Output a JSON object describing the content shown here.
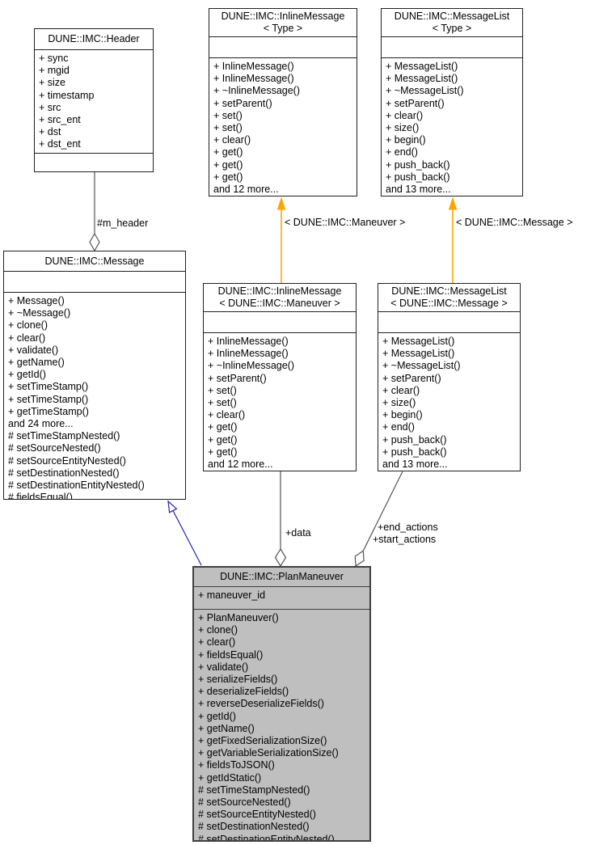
{
  "classes": [
    {
      "title": "DUNE::IMC::Header",
      "attributes": [
        "+ sync",
        "+ mgid",
        "+ size",
        "+ timestamp",
        "+ src",
        "+ src_ent",
        "+ dst",
        "+ dst_ent"
      ],
      "methods": []
    },
    {
      "title_line1": "DUNE::IMC::InlineMessage",
      "title_line2": "< Type >",
      "attributes": [],
      "methods": [
        "+ InlineMessage()",
        "+ InlineMessage()",
        "+ ~InlineMessage()",
        "+ setParent()",
        "+ set()",
        "+ set()",
        "+ clear()",
        "+ get()",
        "+ get()",
        "+ get()",
        "and 12 more..."
      ]
    },
    {
      "title_line1": "DUNE::IMC::MessageList",
      "title_line2": "< Type >",
      "attributes": [],
      "methods": [
        "+ MessageList()",
        "+ MessageList()",
        "+ ~MessageList()",
        "+ setParent()",
        "+ clear()",
        "+ size()",
        "+ begin()",
        "+ end()",
        "+ push_back()",
        "+ push_back()",
        "and 13 more..."
      ]
    },
    {
      "title": "DUNE::IMC::Message",
      "attributes": [],
      "methods": [
        "+ Message()",
        "+ ~Message()",
        "+ clone()",
        "+ clear()",
        "+ validate()",
        "+ getName()",
        "+ getId()",
        "+ setTimeStamp()",
        "+ setTimeStamp()",
        "+ getTimeStamp()",
        "and 24 more...",
        "# setTimeStampNested()",
        "# setSourceNested()",
        "# setSourceEntityNested()",
        "# setDestinationNested()",
        "# setDestinationEntityNested()",
        "# fieldsEqual()"
      ]
    },
    {
      "title_line1": "DUNE::IMC::InlineMessage",
      "title_line2": "< DUNE::IMC::Maneuver >",
      "attributes": [],
      "methods": [
        "+ InlineMessage()",
        "+ InlineMessage()",
        "+ ~InlineMessage()",
        "+ setParent()",
        "+ set()",
        "+ set()",
        "+ clear()",
        "+ get()",
        "+ get()",
        "+ get()",
        "and 12 more..."
      ]
    },
    {
      "title_line1": "DUNE::IMC::MessageList",
      "title_line2": "< DUNE::IMC::Message >",
      "attributes": [],
      "methods": [
        "+ MessageList()",
        "+ MessageList()",
        "+ ~MessageList()",
        "+ setParent()",
        "+ clear()",
        "+ size()",
        "+ begin()",
        "+ end()",
        "+ push_back()",
        "+ push_back()",
        "and 13 more..."
      ]
    },
    {
      "title": "DUNE::IMC::PlanManeuver",
      "attributes": [
        "+ maneuver_id"
      ],
      "methods": [
        "+ PlanManeuver()",
        "+ clone()",
        "+ clear()",
        "+ fieldsEqual()",
        "+ validate()",
        "+ serializeFields()",
        "+ deserializeFields()",
        "+ reverseDeserializeFields()",
        "+ getId()",
        "+ getName()",
        "+ getFixedSerializationSize()",
        "+ getVariableSerializationSize()",
        "+ fieldsToJSON()",
        "+ getIdStatic()",
        "# setTimeStampNested()",
        "# setSourceNested()",
        "# setSourceEntityNested()",
        "# setDestinationNested()",
        "# setDestinationEntityNested()"
      ]
    }
  ],
  "edge_labels": {
    "m_header": "#m_header",
    "maneuver_template": "< DUNE::IMC::Maneuver >",
    "message_template": "< DUNE::IMC::Message >",
    "data": "+data",
    "end_actions": "+end_actions",
    "start_actions": "+start_actions"
  },
  "colors": {
    "template_arrow": "#ffa500",
    "inheritance_arrow": "#2525a8",
    "edge_color": "#555555",
    "node_fill": "#bfbfbf"
  }
}
